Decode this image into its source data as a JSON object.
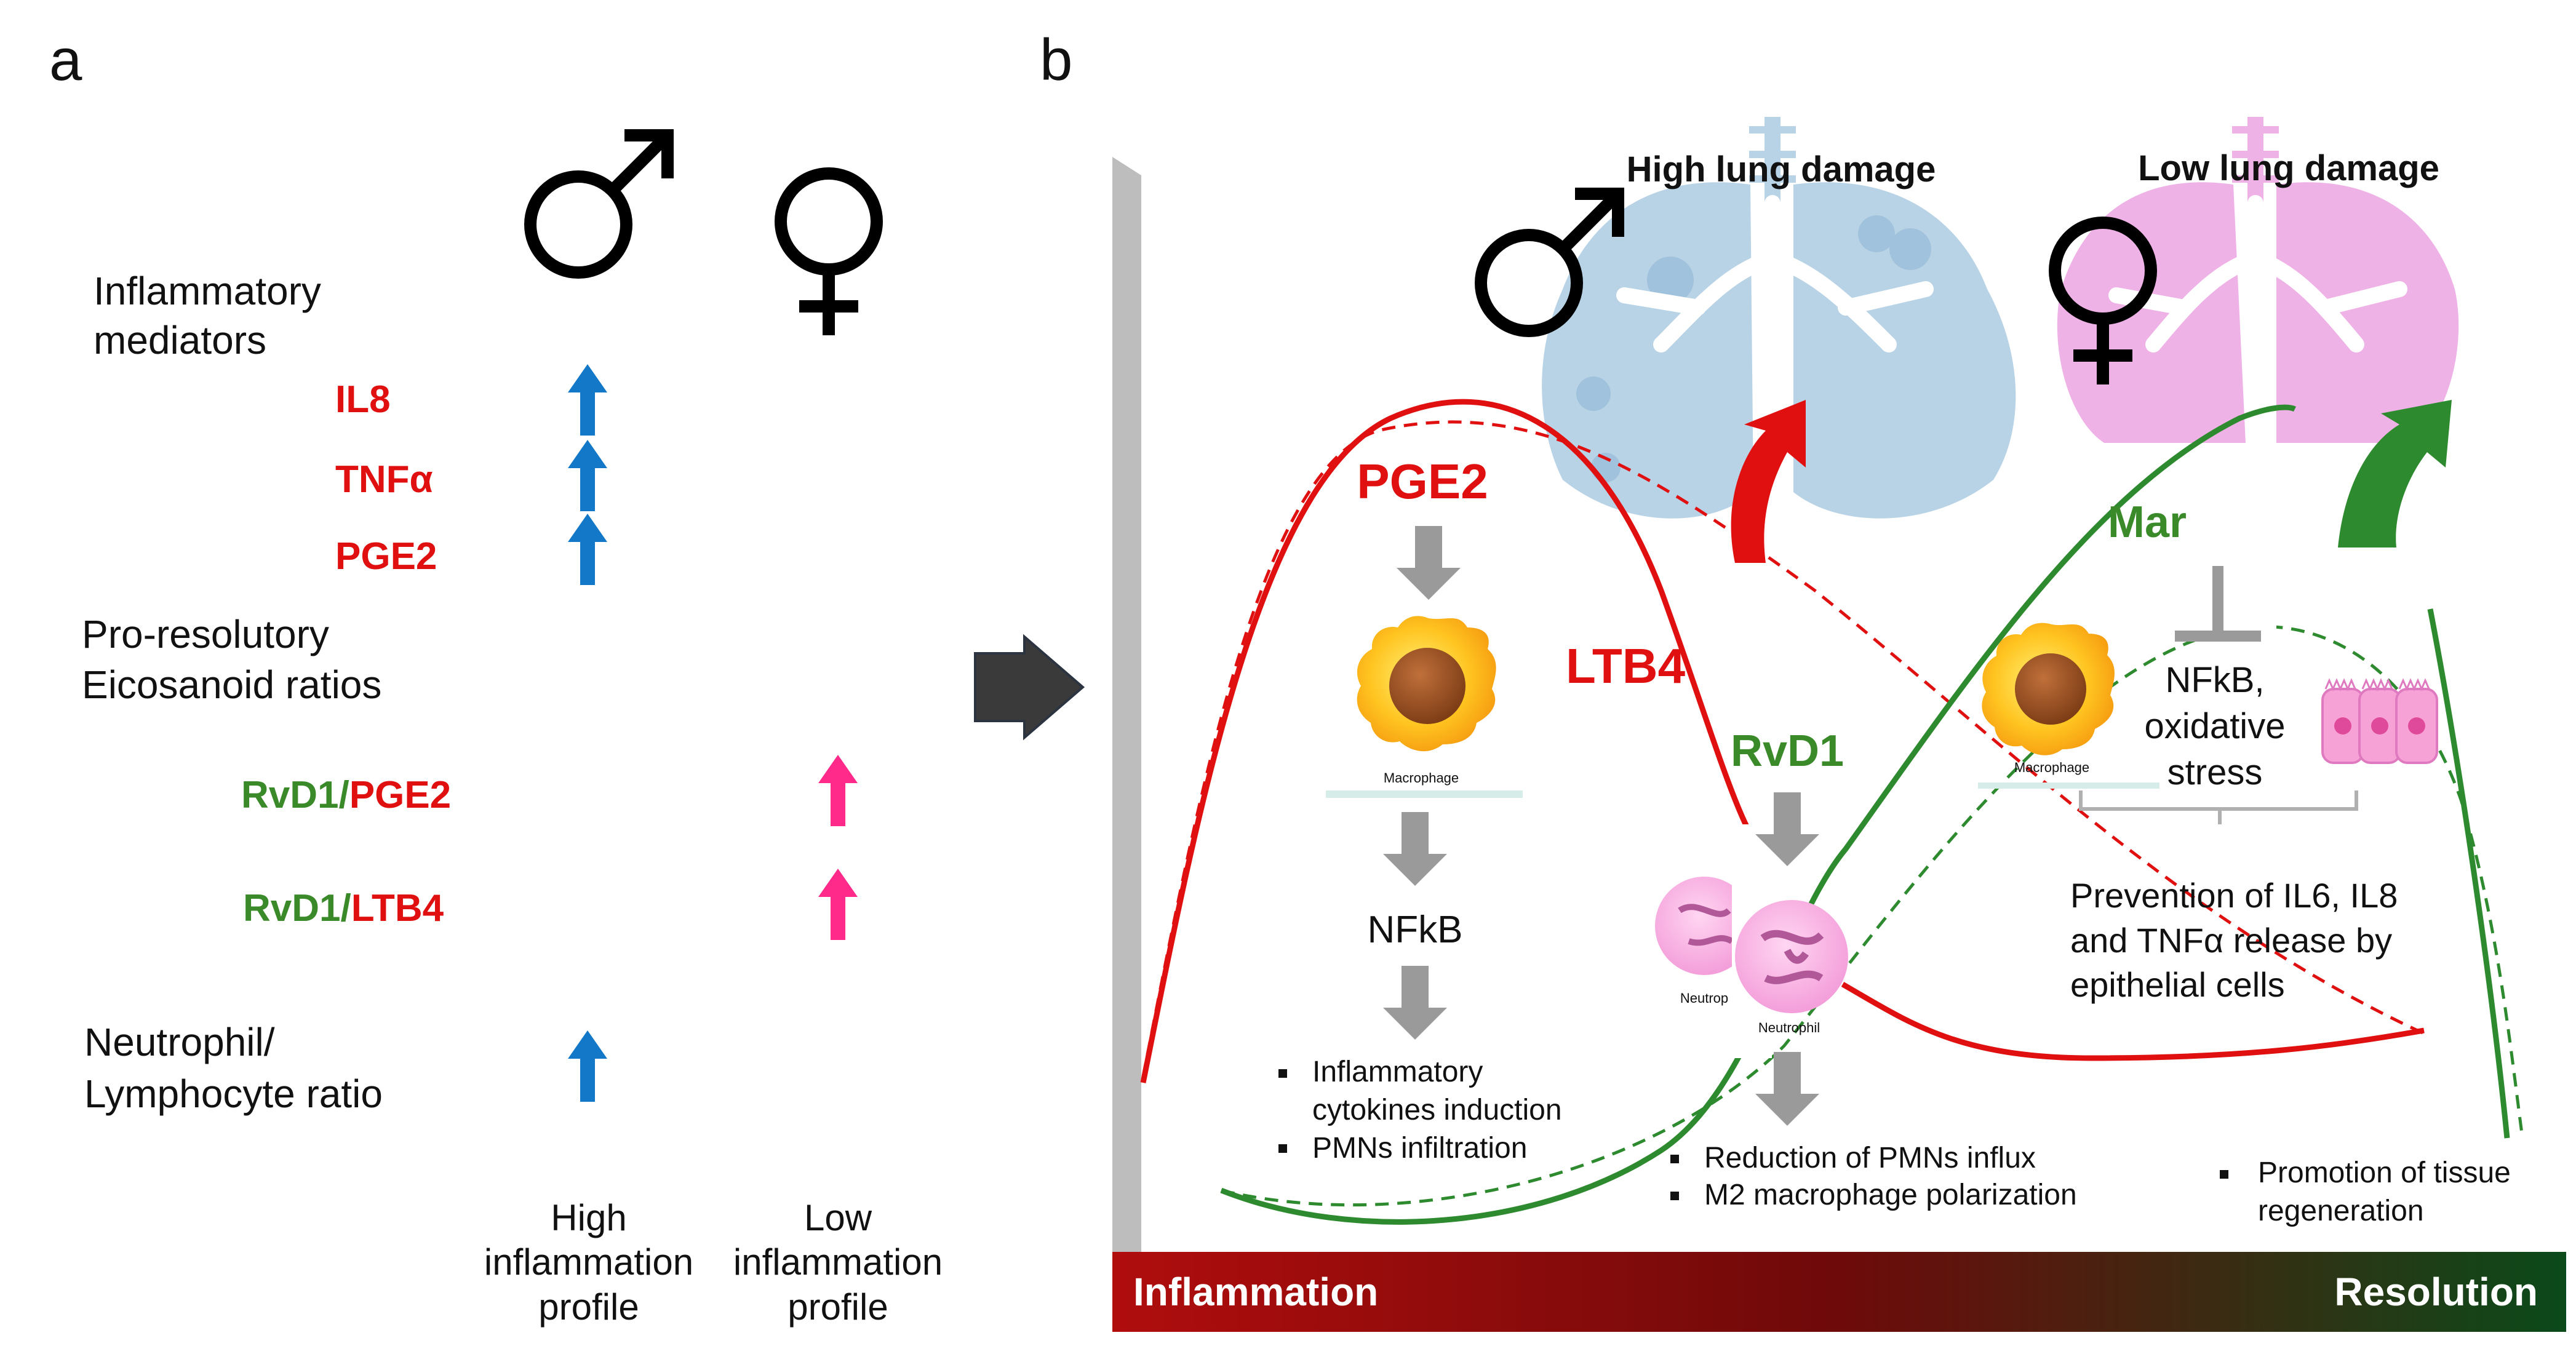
{
  "panel_a": {
    "label": "a",
    "inflammatory_mediators": [
      "Inflammatory",
      "mediators"
    ],
    "mediators": [
      "IL8",
      "TNFα",
      "PGE2"
    ],
    "pro_resolutory": [
      "Pro-resolutory",
      "Eicosanoid ratios"
    ],
    "ratio1": {
      "num": "RvD1",
      "sep": "/",
      "den": "PGE2"
    },
    "ratio2": {
      "num": "RvD1",
      "sep": "/",
      "den": "LTB4"
    },
    "neutrophil": [
      "Neutrophil/",
      "Lymphocyte ratio"
    ],
    "col_high": [
      "High",
      "inflammation",
      "profile"
    ],
    "col_low": [
      "Low",
      "inflammation",
      "profile"
    ],
    "colors": {
      "male_arrow": "#1478c8",
      "female_arrow": "#ff2a8a",
      "mediator": "#e01010",
      "rvd1": "#3a8a2a"
    }
  },
  "panel_b": {
    "label": "b",
    "high_damage": "High lung damage",
    "low_damage": "Low lung damage",
    "pge2": "PGE2",
    "ltb4": "LTB4",
    "macrophage": "Macrophage",
    "nfkb": "NFkB",
    "bullets_left": [
      "Inflammatory",
      "cytokines induction",
      "PMNs infiltration"
    ],
    "rvd1": "RvD1",
    "neutrophil": "Neutrophil",
    "neutrophil_partial": "Neutrop",
    "bullets_mid": [
      "Reduction of PMNs influx",
      "M2 macrophage polarization"
    ],
    "mar": "Mar",
    "nfkb_oxidative": [
      "NFkB,",
      "oxidative",
      "stress"
    ],
    "prevention": [
      "Prevention of IL6, IL8",
      "and TNFα release by",
      "epithelial cells"
    ],
    "bullets_right": [
      "Promotion of tissue",
      "regeneration"
    ],
    "bar_left": "Inflammation",
    "bar_right": "Resolution",
    "colors": {
      "inflammation_curve": "#e01010",
      "resolution_curve": "#2e8a2e",
      "male_lung": "#b9d3e6",
      "female_lung": "#efb2e6",
      "bar_start": "#b00d0d",
      "bar_mid": "#6e0a0a",
      "bar_end": "#0b4a1a"
    }
  }
}
